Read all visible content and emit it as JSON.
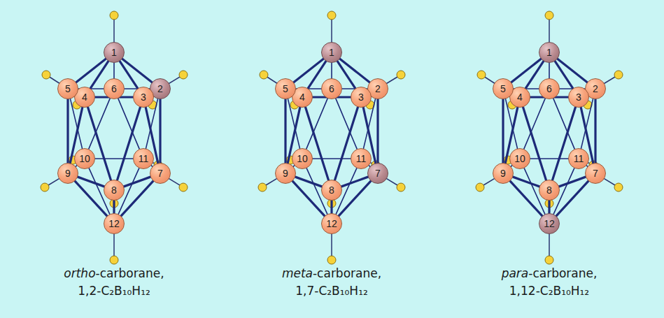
{
  "diagram": {
    "nodes": [
      {
        "text": [
          "1"
        ]
      },
      {
        "text": [
          "2"
        ]
      },
      {
        "text": [
          "3"
        ]
      },
      {
        "text": [
          "4"
        ]
      },
      {
        "text": [
          "5"
        ]
      },
      {
        "text": [
          "6"
        ]
      },
      {
        "text": [
          "7"
        ]
      },
      {
        "text": [
          "8"
        ]
      },
      {
        "text": [
          "9"
        ]
      },
      {
        "text": [
          "10"
        ]
      },
      {
        "text": [
          "11"
        ]
      },
      {
        "text": [
          "12"
        ]
      },
      {
        "text": [
          "1"
        ]
      },
      {
        "text": [
          "2"
        ]
      },
      {
        "text": [
          "3"
        ]
      },
      {
        "text": [
          "4"
        ]
      },
      {
        "text": [
          "5"
        ]
      },
      {
        "text": [
          "6"
        ]
      },
      {
        "text": [
          "7"
        ]
      },
      {
        "text": [
          "8"
        ]
      },
      {
        "text": [
          "9"
        ]
      },
      {
        "text": [
          "10"
        ]
      },
      {
        "text": [
          "11"
        ]
      },
      {
        "text": [
          "12"
        ]
      },
      {
        "text": [
          "1"
        ]
      },
      {
        "text": [
          "2"
        ]
      },
      {
        "text": [
          "3"
        ]
      },
      {
        "text": [
          "4"
        ]
      },
      {
        "text": [
          "5"
        ]
      },
      {
        "text": [
          "6"
        ]
      },
      {
        "text": [
          "7"
        ]
      },
      {
        "text": [
          "8"
        ]
      },
      {
        "text": [
          "9"
        ]
      },
      {
        "text": [
          "10"
        ]
      },
      {
        "text": [
          "11"
        ]
      },
      {
        "text": [
          "12"
        ]
      }
    ],
    "edges": [
      {
        "from": 0,
        "to": 1,
        "arrow": "none"
      },
      {
        "from": 0,
        "to": 2,
        "arrow": "none"
      },
      {
        "from": 0,
        "to": 3,
        "arrow": "none"
      },
      {
        "from": 0,
        "to": 4,
        "arrow": "none"
      },
      {
        "from": 0,
        "to": 5,
        "arrow": "none"
      },
      {
        "from": 1,
        "to": 2,
        "arrow": "none"
      },
      {
        "from": 2,
        "to": 3,
        "arrow": "none"
      },
      {
        "from": 3,
        "to": 4,
        "arrow": "none"
      },
      {
        "from": 4,
        "to": 5,
        "arrow": "none"
      },
      {
        "from": 5,
        "to": 1,
        "arrow": "none"
      },
      {
        "from": 1,
        "to": 6,
        "arrow": "none"
      },
      {
        "from": 1,
        "to": 10,
        "arrow": "none"
      },
      {
        "from": 2,
        "to": 6,
        "arrow": "none"
      },
      {
        "from": 2,
        "to": 7,
        "arrow": "none"
      },
      {
        "from": 3,
        "to": 7,
        "arrow": "none"
      },
      {
        "from": 3,
        "to": 8,
        "arrow": "none"
      },
      {
        "from": 4,
        "to": 8,
        "arrow": "none"
      },
      {
        "from": 4,
        "to": 9,
        "arrow": "none"
      },
      {
        "from": 5,
        "to": 9,
        "arrow": "none"
      },
      {
        "from": 5,
        "to": 10,
        "arrow": "none"
      },
      {
        "from": 6,
        "to": 7,
        "arrow": "none"
      },
      {
        "from": 7,
        "to": 8,
        "arrow": "none"
      },
      {
        "from": 8,
        "to": 9,
        "arrow": "none"
      },
      {
        "from": 9,
        "to": 10,
        "arrow": "none"
      },
      {
        "from": 10,
        "to": 6,
        "arrow": "none"
      },
      {
        "from": 11,
        "to": 6,
        "arrow": "none"
      },
      {
        "from": 11,
        "to": 7,
        "arrow": "none"
      },
      {
        "from": 11,
        "to": 8,
        "arrow": "none"
      },
      {
        "from": 11,
        "to": 9,
        "arrow": "none"
      },
      {
        "from": 11,
        "to": 10,
        "arrow": "none"
      },
      {
        "from": 12,
        "to": 13,
        "arrow": "none"
      },
      {
        "from": 12,
        "to": 14,
        "arrow": "none"
      },
      {
        "from": 12,
        "to": 15,
        "arrow": "none"
      },
      {
        "from": 12,
        "to": 16,
        "arrow": "none"
      },
      {
        "from": 12,
        "to": 17,
        "arrow": "none"
      },
      {
        "from": 13,
        "to": 14,
        "arrow": "none"
      },
      {
        "from": 14,
        "to": 15,
        "arrow": "none"
      },
      {
        "from": 15,
        "to": 16,
        "arrow": "none"
      },
      {
        "from": 16,
        "to": 17,
        "arrow": "none"
      },
      {
        "from": 17,
        "to": 13,
        "arrow": "none"
      },
      {
        "from": 13,
        "to": 18,
        "arrow": "none"
      },
      {
        "from": 13,
        "to": 22,
        "arrow": "none"
      },
      {
        "from": 14,
        "to": 18,
        "arrow": "none"
      },
      {
        "from": 14,
        "to": 19,
        "arrow": "none"
      },
      {
        "from": 15,
        "to": 19,
        "arrow": "none"
      },
      {
        "from": 15,
        "to": 20,
        "arrow": "none"
      },
      {
        "from": 16,
        "to": 20,
        "arrow": "none"
      },
      {
        "from": 16,
        "to": 21,
        "arrow": "none"
      },
      {
        "from": 17,
        "to": 21,
        "arrow": "none"
      },
      {
        "from": 17,
        "to": 22,
        "arrow": "none"
      },
      {
        "from": 18,
        "to": 19,
        "arrow": "none"
      },
      {
        "from": 19,
        "to": 20,
        "arrow": "none"
      },
      {
        "from": 20,
        "to": 21,
        "arrow": "none"
      },
      {
        "from": 21,
        "to": 22,
        "arrow": "none"
      },
      {
        "from": 22,
        "to": 18,
        "arrow": "none"
      },
      {
        "from": 23,
        "to": 18,
        "arrow": "none"
      },
      {
        "from": 23,
        "to": 19,
        "arrow": "none"
      },
      {
        "from": 23,
        "to": 20,
        "arrow": "none"
      },
      {
        "from": 23,
        "to": 21,
        "arrow": "none"
      },
      {
        "from": 23,
        "to": 22,
        "arrow": "none"
      },
      {
        "from": 24,
        "to": 25,
        "arrow": "none"
      },
      {
        "from": 24,
        "to": 26,
        "arrow": "none"
      },
      {
        "from": 24,
        "to": 27,
        "arrow": "none"
      },
      {
        "from": 24,
        "to": 28,
        "arrow": "none"
      },
      {
        "from": 24,
        "to": 29,
        "arrow": "none"
      },
      {
        "from": 25,
        "to": 26,
        "arrow": "none"
      },
      {
        "from": 26,
        "to": 27,
        "arrow": "none"
      },
      {
        "from": 27,
        "to": 28,
        "arrow": "none"
      },
      {
        "from": 28,
        "to": 29,
        "arrow": "none"
      },
      {
        "from": 29,
        "to": 25,
        "arrow": "none"
      },
      {
        "from": 25,
        "to": 30,
        "arrow": "none"
      },
      {
        "from": 25,
        "to": 34,
        "arrow": "none"
      },
      {
        "from": 26,
        "to": 30,
        "arrow": "none"
      },
      {
        "from": 26,
        "to": 31,
        "arrow": "none"
      },
      {
        "from": 27,
        "to": 31,
        "arrow": "none"
      },
      {
        "from": 27,
        "to": 32,
        "arrow": "none"
      },
      {
        "from": 28,
        "to": 32,
        "arrow": "none"
      },
      {
        "from": 28,
        "to": 33,
        "arrow": "none"
      },
      {
        "from": 29,
        "to": 33,
        "arrow": "none"
      },
      {
        "from": 29,
        "to": 34,
        "arrow": "none"
      },
      {
        "from": 30,
        "to": 31,
        "arrow": "none"
      },
      {
        "from": 31,
        "to": 32,
        "arrow": "none"
      },
      {
        "from": 32,
        "to": 33,
        "arrow": "none"
      },
      {
        "from": 33,
        "to": 34,
        "arrow": "none"
      },
      {
        "from": 34,
        "to": 30,
        "arrow": "none"
      },
      {
        "from": 35,
        "to": 30,
        "arrow": "none"
      },
      {
        "from": 35,
        "to": 31,
        "arrow": "none"
      },
      {
        "from": 35,
        "to": 32,
        "arrow": "none"
      },
      {
        "from": 35,
        "to": 33,
        "arrow": "none"
      },
      {
        "from": 35,
        "to": 34,
        "arrow": "none"
      }
    ],
    "labels": [
      "ortho-carborane,",
      "1,2-C₂B₁₀H₁₂",
      "meta-carborane,",
      "1,7-C₂B₁₀H₁₂",
      "para-carborane,",
      "1,12-C₂B₁₀H₁₂"
    ]
  }
}
